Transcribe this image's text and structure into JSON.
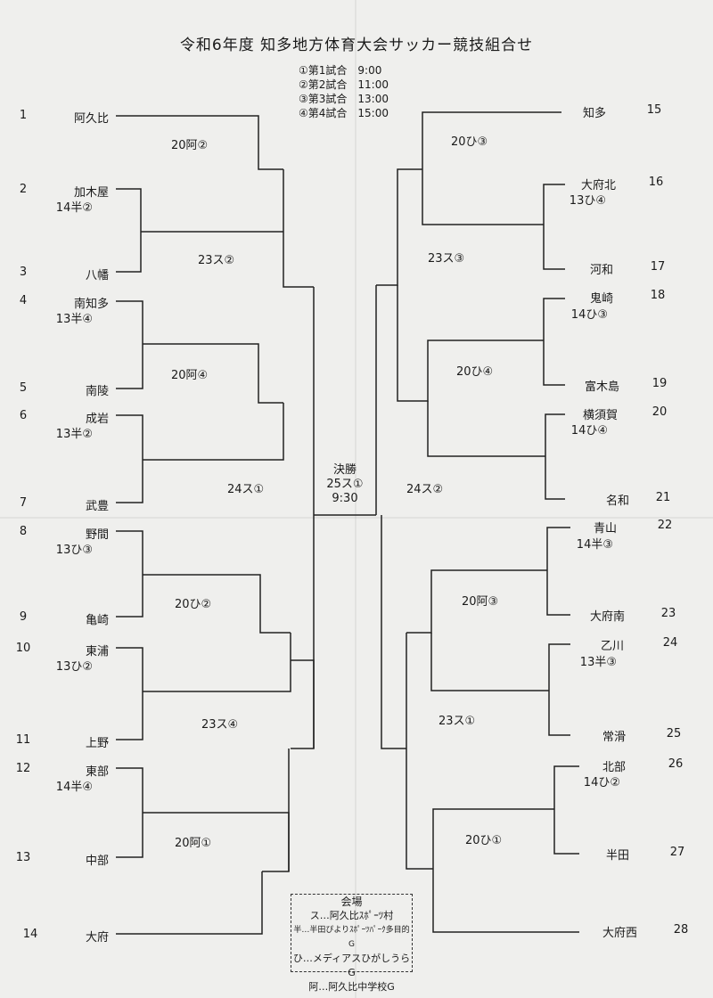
{
  "title": "令和6年度 知多地方体育大会サッカー競技組合せ",
  "schedule": [
    {
      "label": "①第1試合",
      "time": "9:00"
    },
    {
      "label": "②第2試合",
      "time": "11:00"
    },
    {
      "label": "③第3試合",
      "time": "13:00"
    },
    {
      "label": "④第4試合",
      "time": "15:00"
    }
  ],
  "left_teams": [
    {
      "num": "1",
      "name": "阿久比"
    },
    {
      "num": "2",
      "name": "加木屋",
      "sub": "14半②"
    },
    {
      "num": "3",
      "name": "八幡"
    },
    {
      "num": "4",
      "name": "南知多",
      "sub": "13半④"
    },
    {
      "num": "5",
      "name": "南陵"
    },
    {
      "num": "6",
      "name": "成岩",
      "sub": "13半②"
    },
    {
      "num": "7",
      "name": "武豊"
    },
    {
      "num": "8",
      "name": "野間",
      "sub": "13ひ③"
    },
    {
      "num": "9",
      "name": "亀崎"
    },
    {
      "num": "10",
      "name": "東浦",
      "sub": "13ひ②"
    },
    {
      "num": "11",
      "name": "上野"
    },
    {
      "num": "12",
      "name": "東部",
      "sub": "14半④"
    },
    {
      "num": "13",
      "name": "中部"
    },
    {
      "num": "14",
      "name": "大府"
    }
  ],
  "right_teams": [
    {
      "num": "15",
      "name": "知多"
    },
    {
      "num": "16",
      "name": "大府北",
      "sub": "13ひ④"
    },
    {
      "num": "17",
      "name": "河和"
    },
    {
      "num": "18",
      "name": "鬼崎",
      "sub": "14ひ③"
    },
    {
      "num": "19",
      "name": "富木島"
    },
    {
      "num": "20",
      "name": "横須賀",
      "sub": "14ひ④"
    },
    {
      "num": "21",
      "name": "名和"
    },
    {
      "num": "22",
      "name": "青山",
      "sub": "14半③"
    },
    {
      "num": "23",
      "name": "大府南"
    },
    {
      "num": "24",
      "name": "乙川",
      "sub": "13半③"
    },
    {
      "num": "25",
      "name": "常滑"
    },
    {
      "num": "26",
      "name": "北部",
      "sub": "14ひ②"
    },
    {
      "num": "27",
      "name": "半田"
    },
    {
      "num": "28",
      "name": "大府西"
    }
  ],
  "left_matches": {
    "m1": "20阿②",
    "m2": "23ス②",
    "m3": "20阿④",
    "m4": "24ス①",
    "m5": "20ひ②",
    "m6": "23ス④",
    "m7": "20阿①"
  },
  "right_matches": {
    "m1": "20ひ③",
    "m2": "23ス③",
    "m3": "20ひ④",
    "m4": "24ス②",
    "m5": "20阿③",
    "m6": "23ス①",
    "m7": "20ひ①"
  },
  "final": {
    "label": "決勝",
    "match": "25ス①",
    "time": "9:30"
  },
  "venue": {
    "title": "会場",
    "lines": [
      "ス…阿久比ｽﾎﾟｰﾂ村",
      "半…半田ぴよりｽﾎﾟｰﾂﾊﾟｰｸ多目的G",
      "ひ…メディアスひがしうらG",
      "阿…阿久比中学校G"
    ]
  }
}
